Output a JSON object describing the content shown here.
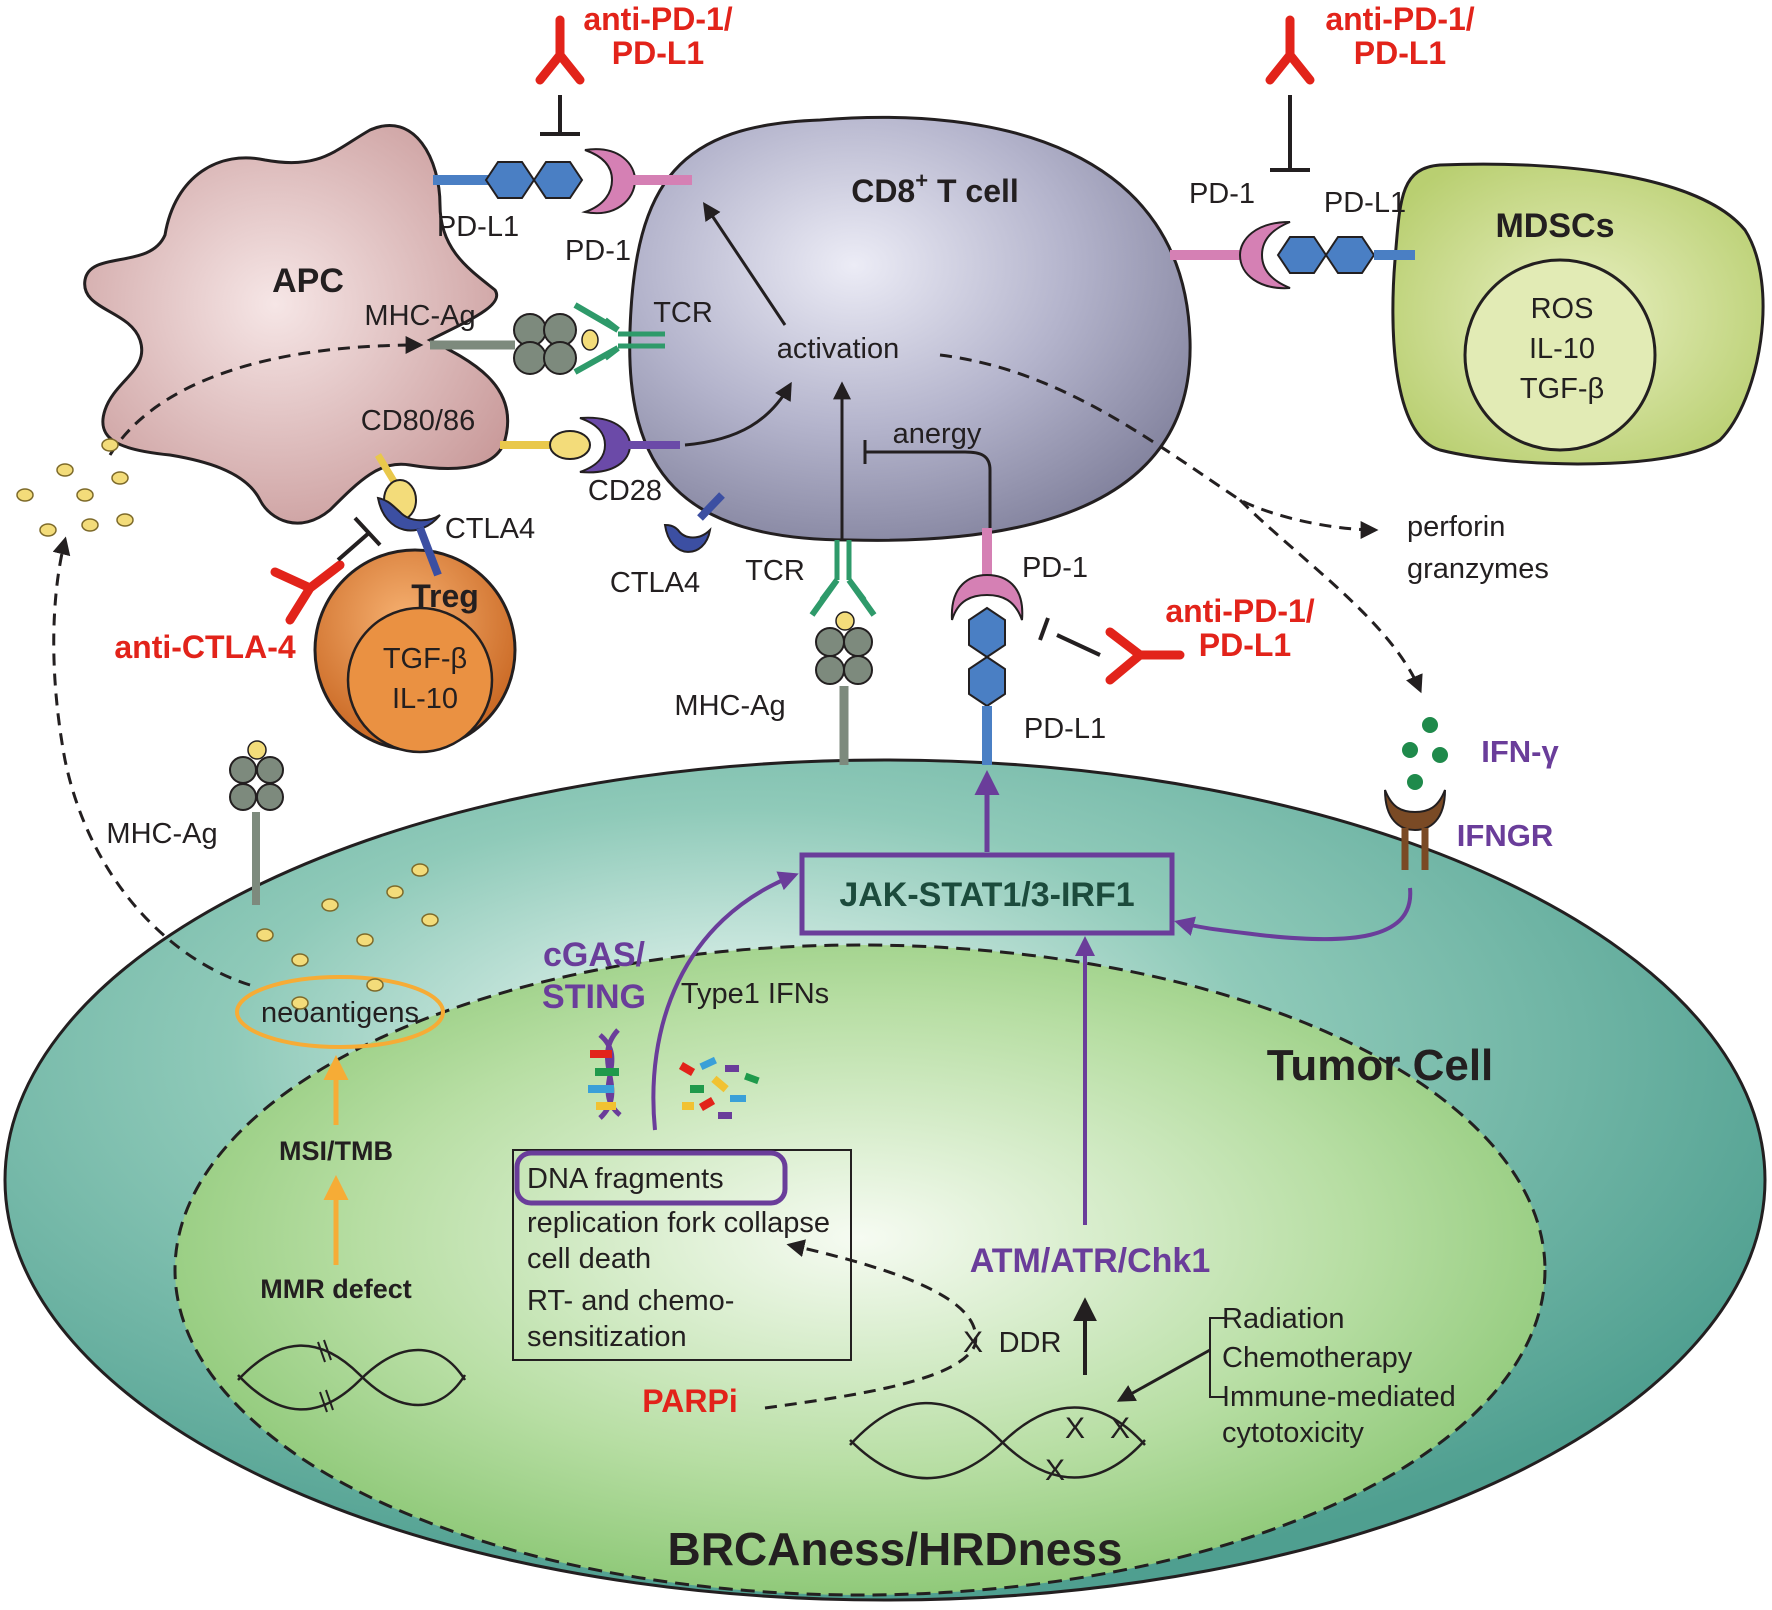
{
  "cells": {
    "cd8": "CD8",
    "cd8_sup": "+",
    "cd8_suffix": " T cell",
    "apc": "APC",
    "mdscs": "MDSCs",
    "treg": "Treg",
    "tumor": "Tumor Cell",
    "nucleus": "BRCAness/HRDness"
  },
  "labels": {
    "pdl1_apc": "PD-L1",
    "pd1_apc": "PD-1",
    "mhc_ag_apc": "MHC-Ag",
    "tcr_apc": "TCR",
    "cd80_86": "CD80/86",
    "cd28": "CD28",
    "ctla4_treg": "CTLA4",
    "ctla4_t": "CTLA4",
    "activation": "activation",
    "anergy": "anergy",
    "pd1_mdsc": "PD-1",
    "pdl1_mdsc": "PD-L1",
    "mdsc_factors": [
      "ROS",
      "IL-10",
      "TGF-β"
    ],
    "treg_factors": [
      "TGF-β",
      "IL-10"
    ],
    "tcr_tumor": "TCR",
    "mhc_ag_tumor": "MHC-Ag",
    "pd1_tumor": "PD-1",
    "pdl1_tumor": "PD-L1",
    "perforin": "perforin",
    "granzymes": "granzymes",
    "ifn_gamma": "IFN-γ",
    "ifngr": "IFNGR",
    "jak_stat": "JAK-STAT1/3-IRF1",
    "cgas": "cGAS/",
    "sting": "STING",
    "type1_ifns": "Type1 IFNs",
    "mhc_ag_left": "MHC-Ag",
    "neoantigens": "neoantigens",
    "msi_tmb": "MSI/TMB",
    "mmr_defect": "MMR defect",
    "dna_box": [
      "DNA fragments",
      "replication fork collapse",
      "cell death",
      "RT- and chemo-",
      "sensitization"
    ],
    "atm": "ATM/ATR/Chk1",
    "ddr_x": "X",
    "ddr": "DDR",
    "parpi": "PARPi",
    "stresses": [
      "Radiation",
      "Chemotherapy",
      "Immune-mediated",
      "cytotoxicity"
    ]
  },
  "drugs": {
    "anti_pd1_top_1": "anti-PD-1/",
    "anti_pd1_top_2": "PD-L1",
    "anti_pd1_right_1": "anti-PD-1/",
    "anti_pd1_right_2": "PD-L1",
    "anti_pd1_mid_1": "anti-PD-1/",
    "anti_pd1_mid_2": "PD-L1",
    "anti_ctla4": "anti-CTLA-4"
  },
  "colors": {
    "drug_red": "#e2231a",
    "pathway_purple": "#6a3d9a",
    "tumor_teal": "#5aa99a",
    "nucleus_green": "#9fd08d",
    "tcell_grey": "#a3a3c1",
    "apc_pink": "#d2a4a4",
    "mdsc_green": "#c3d57f",
    "treg_orange": "#e08236",
    "pd1_pink": "#d580b4",
    "pdl1_blue": "#4a7fc4",
    "tcr_green": "#2e9a6a",
    "cd28_purple": "#6b4aa8",
    "ctla4_blue": "#3c4fa2",
    "orange_arrow": "#f6ac36"
  }
}
